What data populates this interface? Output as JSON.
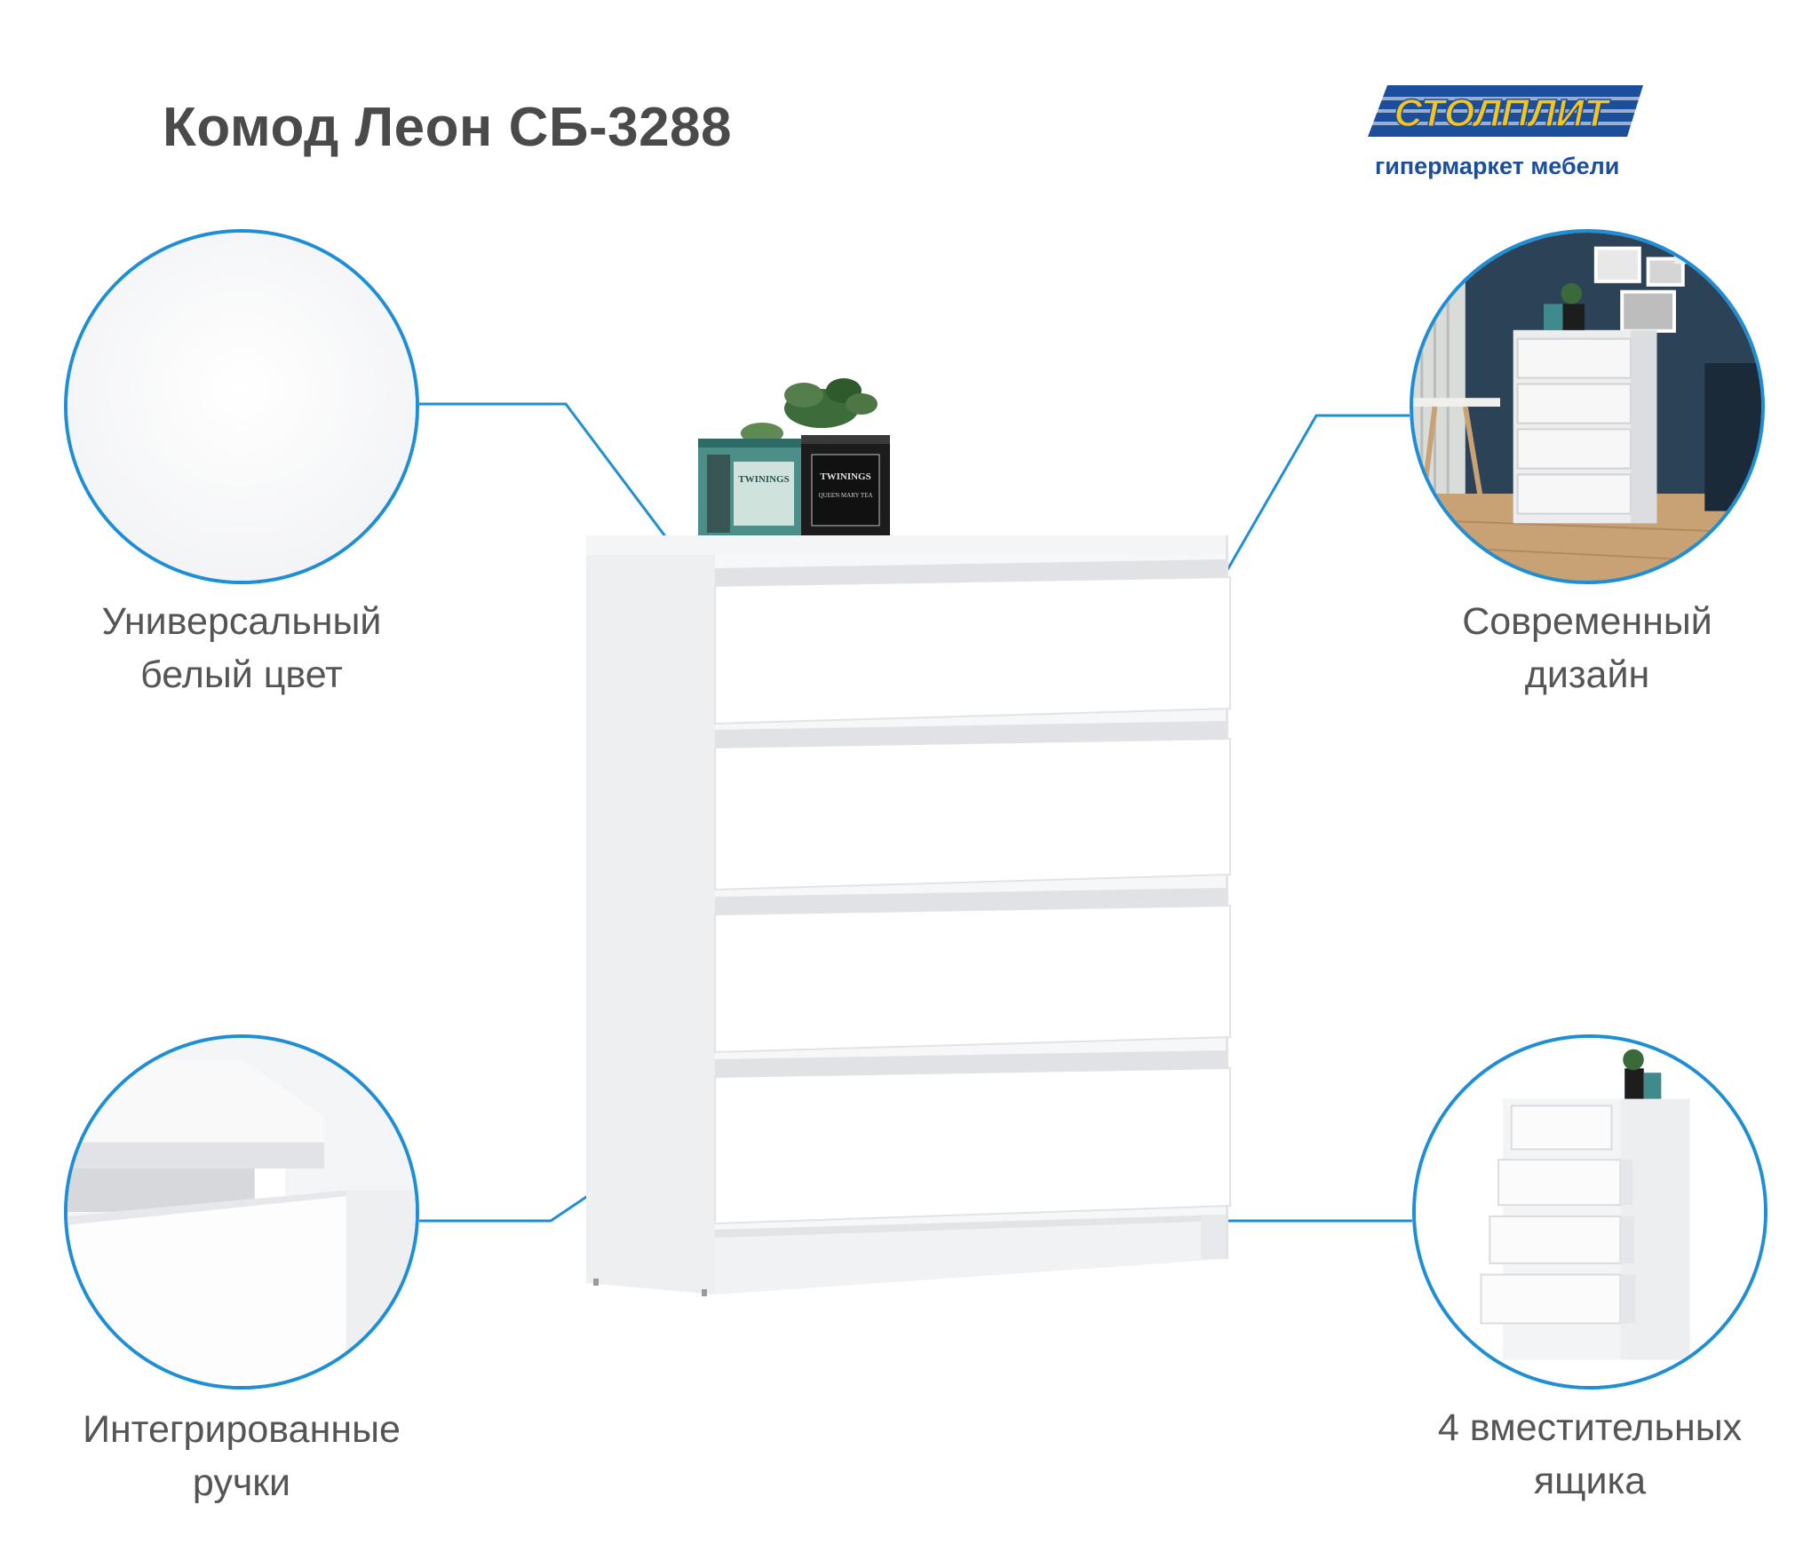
{
  "title": "Комод Леон СБ-3288",
  "brand": {
    "name": "СТОЛПЛИТ",
    "tagline": "гипермаркет мебели"
  },
  "features": {
    "color": {
      "line1": "Универсальный",
      "line2": "белый цвет"
    },
    "design": {
      "line1": "Современный",
      "line2": "дизайн"
    },
    "handles": {
      "line1": "Интегрированные",
      "line2": "ручки"
    },
    "drawers": {
      "line1": "4 вместительных",
      "line2": "ящика"
    }
  },
  "product_decor": {
    "tea_tin_label": "TWININGS",
    "tea_tin_sub": "QUEEN MARY TEA"
  },
  "colors": {
    "accent": "#1e8fd6",
    "title": "#4a4a4a",
    "caption": "#555555",
    "brand_blue": "#1b4f9c",
    "brand_yellow": "#f7c41b"
  }
}
